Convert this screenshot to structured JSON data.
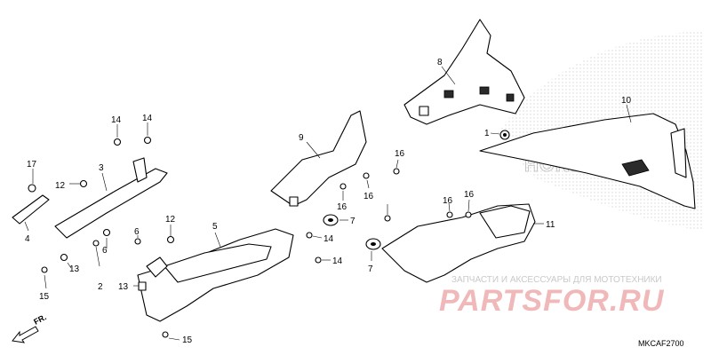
{
  "callouts": [
    {
      "id": "c1",
      "text": "1"
    },
    {
      "id": "c2",
      "text": "2"
    },
    {
      "id": "c3",
      "text": "3"
    },
    {
      "id": "c4",
      "text": "4"
    },
    {
      "id": "c5",
      "text": "5"
    },
    {
      "id": "c6a",
      "text": "6"
    },
    {
      "id": "c6b",
      "text": "6"
    },
    {
      "id": "c7a",
      "text": "7"
    },
    {
      "id": "c7b",
      "text": "7"
    },
    {
      "id": "c8",
      "text": "8"
    },
    {
      "id": "c9",
      "text": "9"
    },
    {
      "id": "c10",
      "text": "10"
    },
    {
      "id": "c11",
      "text": "11"
    },
    {
      "id": "c12a",
      "text": "12"
    },
    {
      "id": "c12b",
      "text": "12"
    },
    {
      "id": "c13a",
      "text": "13"
    },
    {
      "id": "c13b",
      "text": "13"
    },
    {
      "id": "c14a",
      "text": "14"
    },
    {
      "id": "c14b",
      "text": "14"
    },
    {
      "id": "c14c",
      "text": "14"
    },
    {
      "id": "c14d",
      "text": "14"
    },
    {
      "id": "c15a",
      "text": "15"
    },
    {
      "id": "c15b",
      "text": "15"
    },
    {
      "id": "c16a",
      "text": "16"
    },
    {
      "id": "c16b",
      "text": "16"
    },
    {
      "id": "c16c",
      "text": "16"
    },
    {
      "id": "c16d",
      "text": "16"
    },
    {
      "id": "c16e",
      "text": "16"
    },
    {
      "id": "c17",
      "text": "17"
    }
  ],
  "direction_label": "FR.",
  "diagram_code": "MKCAF2700",
  "watermark": {
    "tagline": "ЗАПЧАСТИ И АКСЕССУАРЫ ДЛЯ МОТОТЕХНИКИ",
    "brand": "PARTSFOR.RU",
    "logo_text": "HONDA"
  }
}
